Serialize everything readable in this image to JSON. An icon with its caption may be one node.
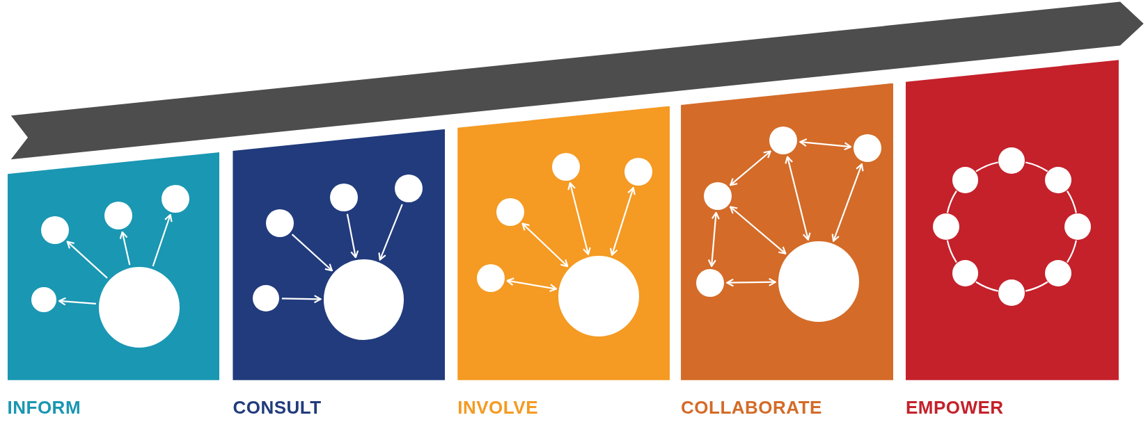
{
  "diagram": {
    "nodes": [
      {
        "text": [
          "INFORM"
        ]
      },
      {
        "text": [],
        "shape": "circle",
        "in": 0
      },
      {
        "text": [],
        "shape": "circle",
        "in": 0
      },
      {
        "text": [],
        "shape": "circle",
        "in": 0
      },
      {
        "text": [],
        "shape": "circle",
        "in": 0
      },
      {
        "text": [],
        "shape": "circle",
        "in": 0
      },
      {
        "text": [
          "CONSULT"
        ]
      },
      {
        "text": [],
        "shape": "circle",
        "in": 6
      },
      {
        "text": [],
        "shape": "circle",
        "in": 6
      },
      {
        "text": [],
        "shape": "circle",
        "in": 6
      },
      {
        "text": [],
        "shape": "circle",
        "in": 6
      },
      {
        "text": [],
        "shape": "circle",
        "in": 6
      },
      {
        "text": [
          "INVOLVE"
        ]
      },
      {
        "text": [],
        "shape": "circle",
        "in": 12
      },
      {
        "text": [],
        "shape": "circle",
        "in": 12
      },
      {
        "text": [],
        "shape": "circle",
        "in": 12
      },
      {
        "text": [],
        "shape": "circle",
        "in": 12
      },
      {
        "text": [],
        "shape": "circle",
        "in": 12
      },
      {
        "text": [
          "COLLABORATE"
        ]
      },
      {
        "text": [],
        "shape": "circle",
        "in": 18
      },
      {
        "text": [],
        "shape": "circle",
        "in": 18
      },
      {
        "text": [],
        "shape": "circle",
        "in": 18
      },
      {
        "text": [],
        "shape": "circle",
        "in": 18
      },
      {
        "text": [],
        "shape": "circle",
        "in": 18
      },
      {
        "text": [
          "EMPOWER"
        ]
      },
      {
        "text": [],
        "shape": "circle",
        "in": 24
      },
      {
        "text": [],
        "shape": "circle",
        "in": 24
      },
      {
        "text": [],
        "shape": "circle",
        "in": 24
      },
      {
        "text": [],
        "shape": "circle",
        "in": 24
      },
      {
        "text": [],
        "shape": "circle",
        "in": 24
      },
      {
        "text": [],
        "shape": "circle",
        "in": 24
      },
      {
        "text": [],
        "shape": "circle",
        "in": 24
      },
      {
        "text": [],
        "shape": "circle",
        "in": 24
      }
    ],
    "edges": [
      {
        "from": 4,
        "to": 1,
        "arrow": "to"
      },
      {
        "from": 4,
        "to": 2,
        "arrow": "to"
      },
      {
        "from": 4,
        "to": 3,
        "arrow": "to"
      },
      {
        "from": 4,
        "to": 5,
        "arrow": "to"
      },
      {
        "from": 7,
        "to": 10,
        "arrow": "to"
      },
      {
        "from": 8,
        "to": 10,
        "arrow": "to"
      },
      {
        "from": 9,
        "to": 10,
        "arrow": "to"
      },
      {
        "from": 11,
        "to": 10,
        "arrow": "to"
      },
      {
        "from": 16,
        "to": 13,
        "arrow": "both"
      },
      {
        "from": 16,
        "to": 14,
        "arrow": "both"
      },
      {
        "from": 16,
        "to": 15,
        "arrow": "both"
      },
      {
        "from": 16,
        "to": 17,
        "arrow": "both"
      },
      {
        "from": 20,
        "to": 21,
        "arrow": "both"
      },
      {
        "from": 21,
        "to": 23,
        "arrow": "both"
      },
      {
        "from": 20,
        "to": 19,
        "arrow": "both"
      },
      {
        "from": 19,
        "to": 22,
        "arrow": "both"
      },
      {
        "from": 20,
        "to": 22,
        "arrow": "both"
      },
      {
        "from": 21,
        "to": 22,
        "arrow": "both"
      },
      {
        "from": 23,
        "to": 22,
        "arrow": "both"
      },
      {
        "from": 25,
        "to": 26,
        "arrow": "none"
      },
      {
        "from": 26,
        "to": 28,
        "arrow": "none"
      },
      {
        "from": 28,
        "to": 30,
        "arrow": "none"
      },
      {
        "from": 30,
        "to": 32,
        "arrow": "none"
      },
      {
        "from": 32,
        "to": 31,
        "arrow": "none"
      },
      {
        "from": 31,
        "to": 29,
        "arrow": "none"
      },
      {
        "from": 29,
        "to": 27,
        "arrow": "none"
      },
      {
        "from": 27,
        "to": 25,
        "arrow": "none"
      }
    ]
  }
}
